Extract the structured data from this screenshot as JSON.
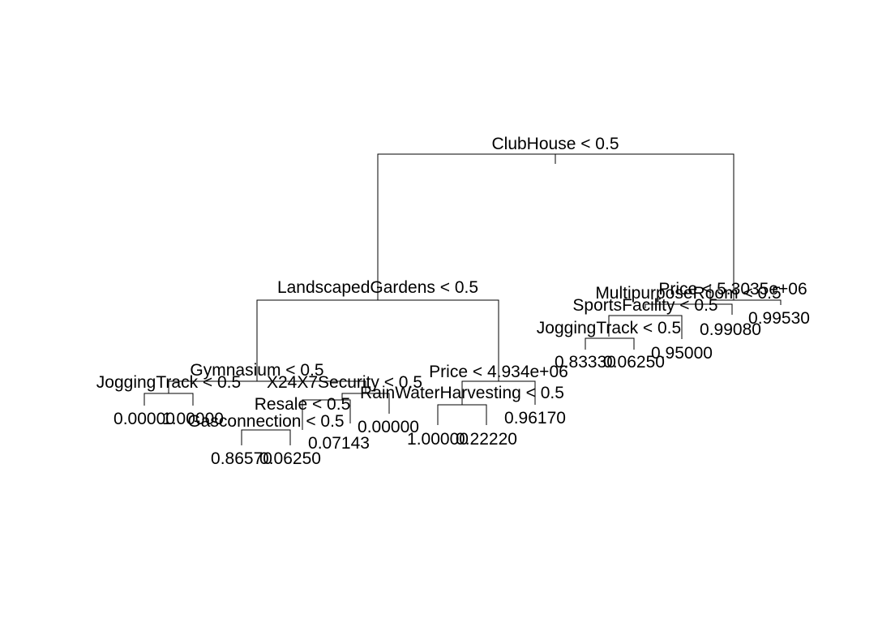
{
  "nodes": [
    {
      "id": "root",
      "split": "ClubHouse < 0.5"
    },
    {
      "id": "L",
      "split": "LandscapedGardens < 0.5"
    },
    {
      "id": "R",
      "split": "Price < 5.3035e+06"
    },
    {
      "id": "LL",
      "split": "Gymnasium < 0.5"
    },
    {
      "id": "LR",
      "split": "Price < 4.934e+06"
    },
    {
      "id": "LLL",
      "split": "JoggingTrack < 0.5"
    },
    {
      "id": "LLR",
      "split": "X24X7Security < 0.5"
    },
    {
      "id": "LLRL",
      "split": "Resale < 0.5"
    },
    {
      "id": "LLRLL",
      "split": "Gasconnection < 0.5"
    },
    {
      "id": "LRL",
      "split": "RainWaterHarvesting < 0.5"
    },
    {
      "id": "RL",
      "split": "MultipurposeRoom < 0.5"
    },
    {
      "id": "RLL",
      "split": "SportsFacility < 0.5"
    },
    {
      "id": "RLLL",
      "split": "JoggingTrack < 0.5"
    }
  ],
  "leaves": [
    {
      "id": "leaf-LLL-left",
      "value": "0.00000"
    },
    {
      "id": "leaf-LLL-right",
      "value": "1.00000"
    },
    {
      "id": "leaf-LLRLL-left",
      "value": "0.86570"
    },
    {
      "id": "leaf-LLRLL-right",
      "value": "0.06250"
    },
    {
      "id": "leaf-LLRL-right",
      "value": "0.07143"
    },
    {
      "id": "leaf-LLR-right",
      "value": "0.00000"
    },
    {
      "id": "leaf-LRL-left",
      "value": "1.00000"
    },
    {
      "id": "leaf-LRL-right",
      "value": "0.22220"
    },
    {
      "id": "leaf-LR-right",
      "value": "0.96170"
    },
    {
      "id": "leaf-RLLL-left",
      "value": "0.83330"
    },
    {
      "id": "leaf-RLLL-right",
      "value": "0.06250"
    },
    {
      "id": "leaf-RLL-right",
      "value": "0.95000"
    },
    {
      "id": "leaf-RL-right",
      "value": "0.99080"
    },
    {
      "id": "leaf-R-right",
      "value": "0.99530"
    }
  ]
}
